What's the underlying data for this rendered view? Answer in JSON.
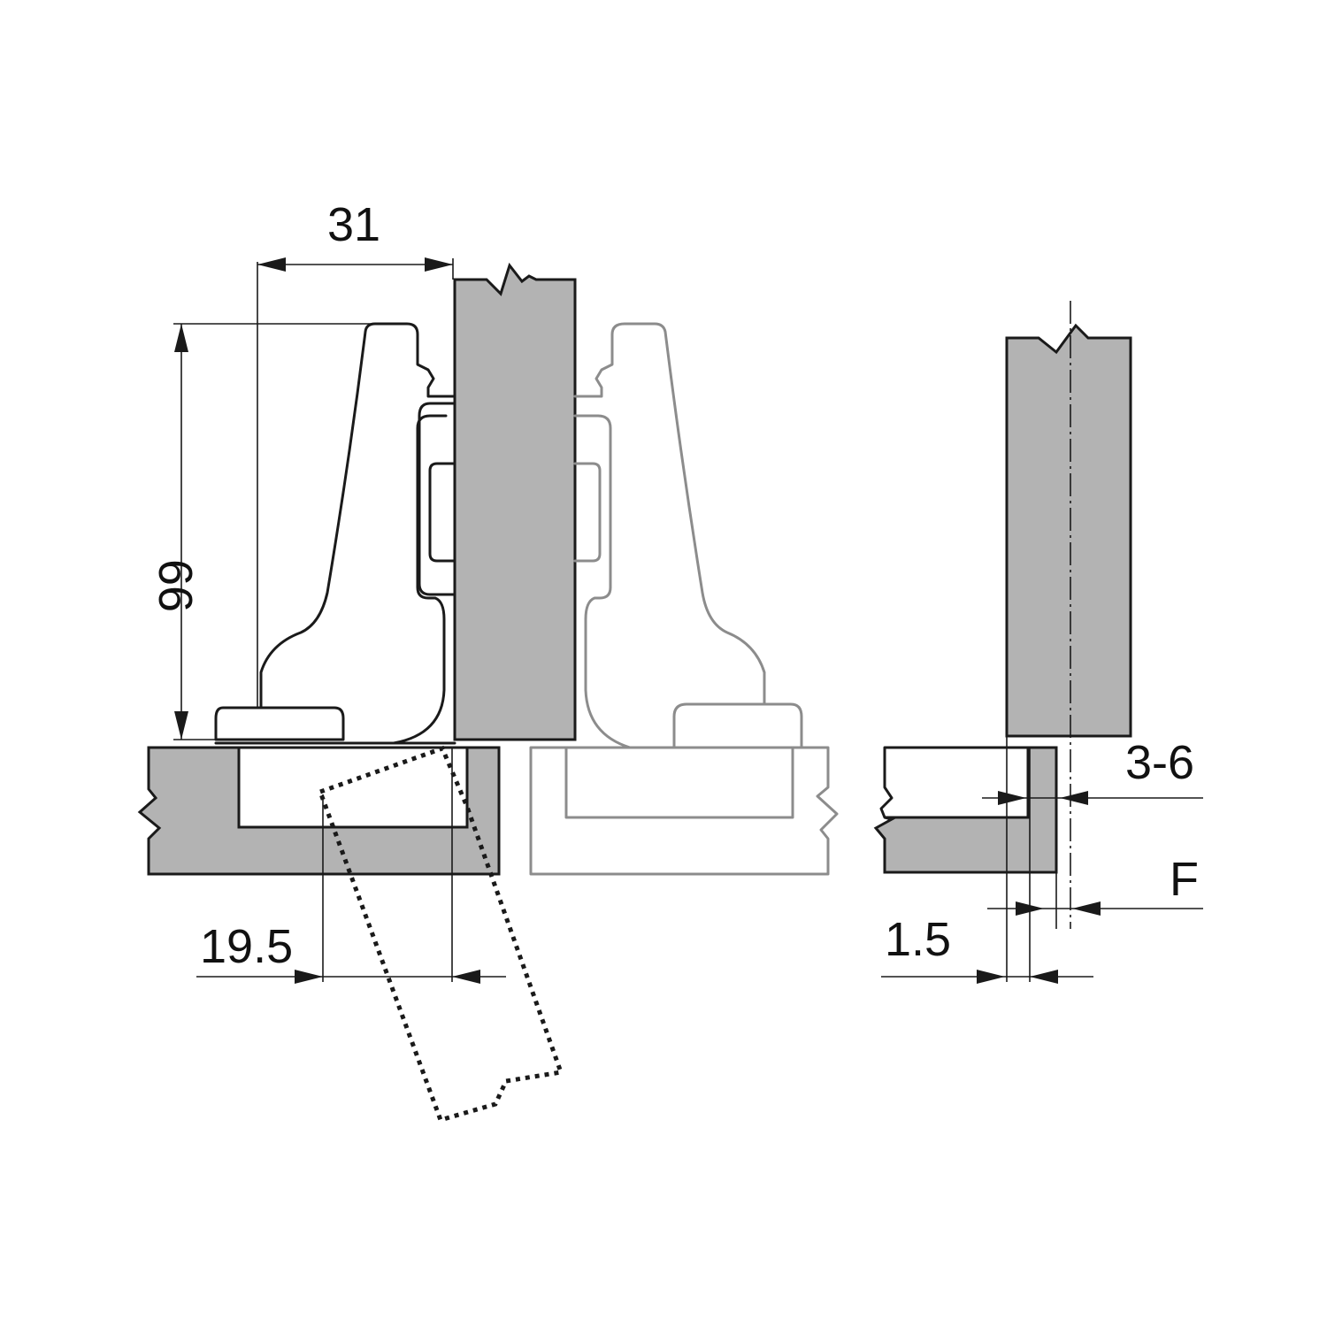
{
  "colors": {
    "panel_fill": "#b3b3b3",
    "line": "#1a1a1a",
    "ghost_line": "#8c8c8c",
    "background": "#ffffff"
  },
  "dimensions": {
    "width_31": "31",
    "height_66": "66",
    "offset_19_5": "19.5",
    "overlay_3_6": "3-6",
    "label_F": "F",
    "gap_1_5": "1.5"
  }
}
